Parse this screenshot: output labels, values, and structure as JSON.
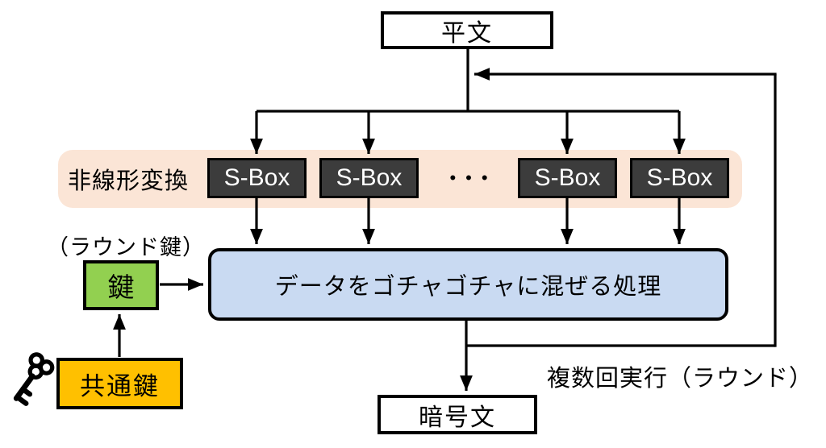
{
  "diagram": {
    "title_hint": "SPN block cipher round structure",
    "plaintext_box": {
      "label": "平文"
    },
    "ciphertext_box": {
      "label": "暗号文"
    },
    "nonlinear_band": {
      "label": "非線形変換"
    },
    "sboxes": {
      "labels": [
        "S-Box",
        "S-Box",
        "S-Box",
        "S-Box"
      ],
      "ellipsis": "•••"
    },
    "mix_box": {
      "label": "データをゴチャゴチャに混ぜる処理"
    },
    "round_key": {
      "caption": "（ラウンド鍵）",
      "box_label": "鍵"
    },
    "common_key": {
      "box_label": "共通鍵"
    },
    "round_note": {
      "label": "複数回実行（ラウンド）"
    },
    "icons": {
      "key_icon": "old-fashioned-key"
    },
    "colors": {
      "band": "#fbe5d6",
      "sbox_fill": "#3c3c3c",
      "sbox_text": "#ffffff",
      "mix_fill": "#c9daf2",
      "round_key_fill": "#92d050",
      "common_key_fill": "#ffc000",
      "line": "#000000",
      "background": "#ffffff"
    }
  }
}
